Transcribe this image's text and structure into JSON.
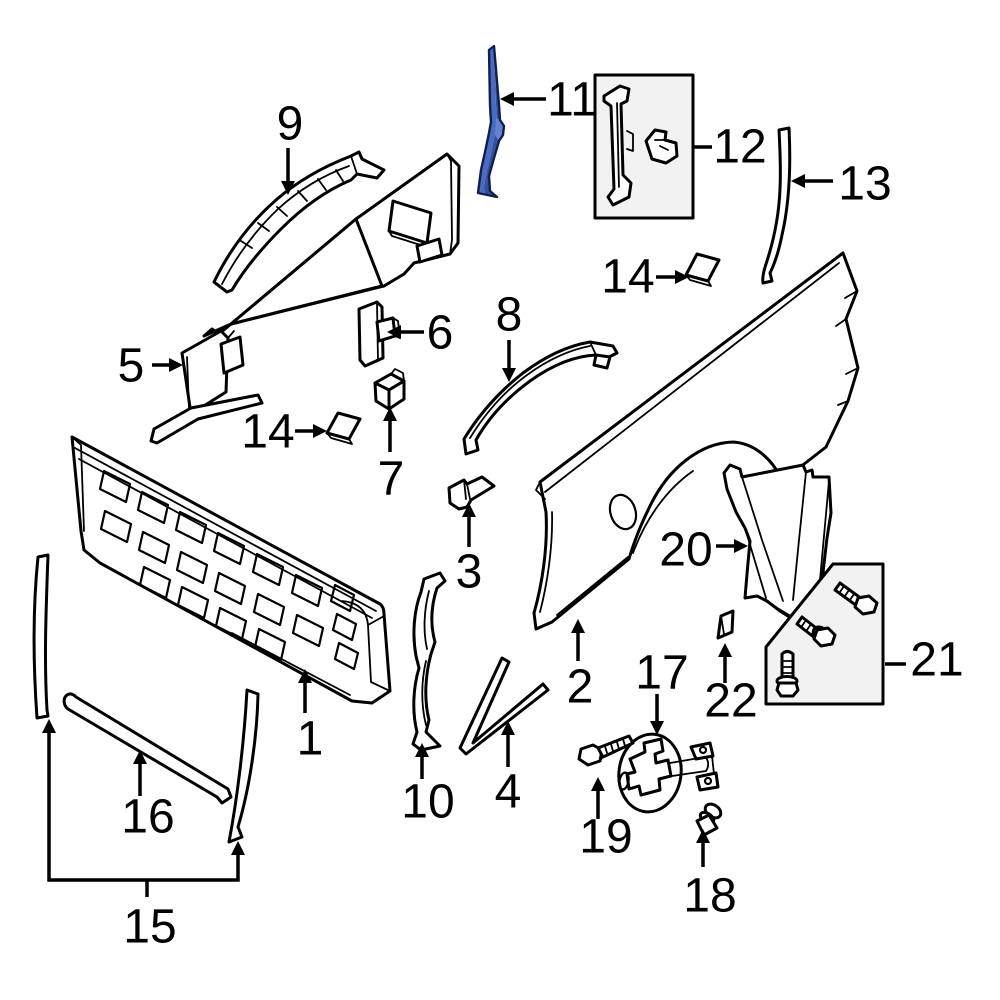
{
  "diagram": {
    "colors": {
      "background": "#ffffff",
      "line": "#000000",
      "box_fill": "#f2f2f2"
    },
    "highlight": {
      "part_number": "11",
      "face": "#4a6bc0",
      "edge": "#33519e",
      "facet": "#6583cf",
      "outline": "#111f4e"
    },
    "callouts": {
      "c1": "1",
      "c2": "2",
      "c3": "3",
      "c4": "4",
      "c5": "5",
      "c6": "6",
      "c7": "7",
      "c8": "8",
      "c9": "9",
      "c10": "10",
      "c11": "11",
      "c12": "12",
      "c13": "13",
      "c14_left": "14",
      "c14_right": "14",
      "c15": "15",
      "c16": "16",
      "c17": "17",
      "c18": "18",
      "c19": "19",
      "c20": "20",
      "c21": "21",
      "c22": "22"
    }
  }
}
